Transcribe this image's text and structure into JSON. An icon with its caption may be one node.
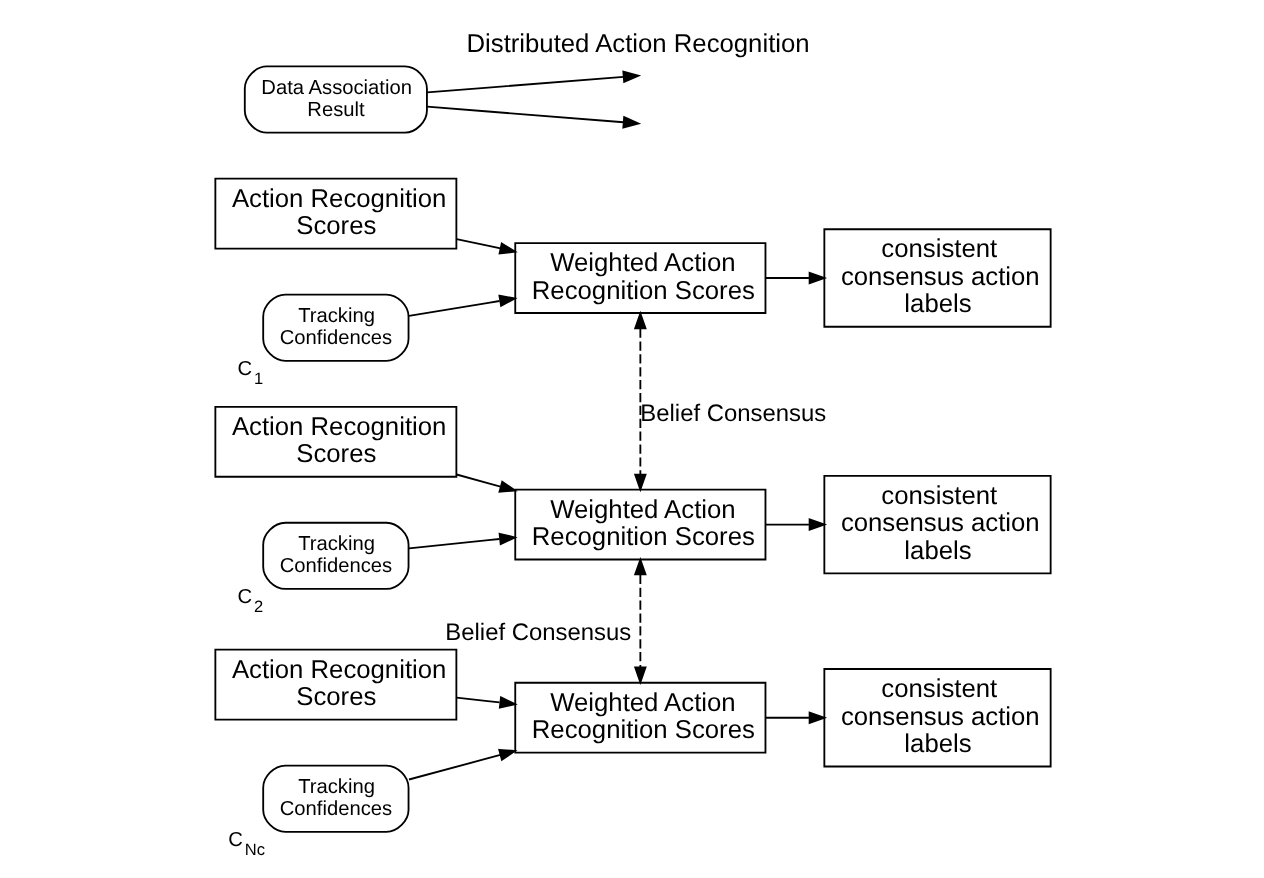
{
  "diagram": {
    "title": "Distributed Action Recognition",
    "nodes": [
      {
        "text": [
          "Action Recognition Scores"
        ]
      },
      {
        "text": [
          "Tracking Confidences"
        ],
        "beside": [
          "C$_{1}$"
        ]
      },
      {
        "text": [
          "Weighted Action Recognition Scores"
        ]
      },
      {
        "text": [
          "consistent consensus action labels"
        ]
      },
      {
        "text": [
          "Action Recognition Scores"
        ]
      },
      {
        "text": [
          "Tracking Confidences"
        ],
        "beside": [
          "C$_{2}$"
        ]
      },
      {
        "text": [
          "Weighted Action Recognition Scores"
        ]
      },
      {
        "text": [
          "consistent consensus action labels"
        ]
      },
      {
        "text": [
          "Action Recognition Scores"
        ]
      },
      {
        "text": [
          "Tracking Confidences"
        ],
        "beside": [
          "C$_{Nc}$"
        ]
      },
      {
        "text": [
          "Weighted Action Recognition Scores"
        ]
      },
      {
        "text": [
          "consistent consensus action labels"
        ]
      },
      {
        "text": [
          "Data Association Result"
        ]
      }
    ],
    "edges": [
      {
        "from": 0,
        "to": 2,
        "arrow": "to"
      },
      {
        "from": 1,
        "to": 2,
        "arrow": "to"
      },
      {
        "from": 2,
        "to": 3,
        "arrow": "to"
      },
      {
        "from": 4,
        "to": 6,
        "arrow": "to"
      },
      {
        "from": 5,
        "to": 6,
        "arrow": "to"
      },
      {
        "from": 6,
        "to": 7,
        "arrow": "to"
      },
      {
        "from": 8,
        "to": 10,
        "arrow": "to"
      },
      {
        "from": 9,
        "to": 10,
        "arrow": "to"
      },
      {
        "from": 10,
        "to": 11,
        "arrow": "to"
      },
      {
        "from": 2,
        "to": 6,
        "arrow": "both",
        "label": "Belief Consensus",
        "style": "dashed"
      },
      {
        "from": 6,
        "to": 10,
        "arrow": "both",
        "label": "Belief Consensus",
        "style": "dashed"
      },
      {
        "from": 12,
        "to": null,
        "arrow": "to"
      },
      {
        "from": 12,
        "to": null,
        "arrow": "to"
      }
    ]
  }
}
